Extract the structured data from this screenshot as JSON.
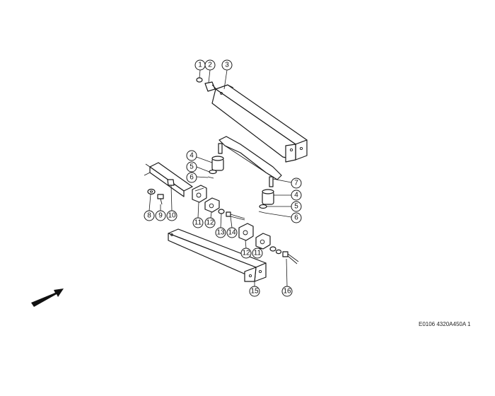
{
  "drawing_code": "E0106 4320A450A 1",
  "callouts": [
    "1",
    "2",
    "3",
    "4",
    "5",
    "6",
    "7",
    "4",
    "5",
    "6",
    "8",
    "9",
    "10",
    "11",
    "12",
    "13",
    "14",
    "12",
    "11",
    "15",
    "16"
  ],
  "icons": {
    "direction_arrow": "arrow-icon"
  }
}
